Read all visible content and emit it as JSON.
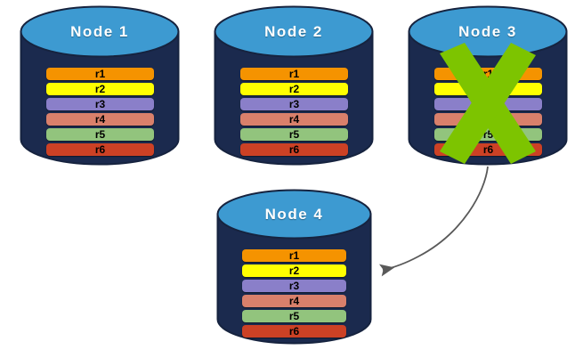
{
  "diagram": {
    "type": "node-replication-failover",
    "background_color": "#ffffff",
    "palette": {
      "node_body": "#1B2A4E",
      "node_top": "#3D9AD1",
      "node_outline": "#16233F",
      "cross_green": "#7DC400",
      "arrow_gray": "#595959",
      "title_text": "#ffffff",
      "row_text": "#000000"
    },
    "row_colors": {
      "r1": "#F59300",
      "r2": "#FFFF00",
      "r3": "#8A7FC9",
      "r4": "#D9806B",
      "r5": "#92C47D",
      "r6": "#CC4125"
    }
  },
  "nodes": [
    {
      "id": "node-1",
      "title": "Node  1",
      "failed": false,
      "rows": [
        {
          "label": "r1",
          "color": "#F59300"
        },
        {
          "label": "r2",
          "color": "#FFFF00"
        },
        {
          "label": "r3",
          "color": "#8A7FC9"
        },
        {
          "label": "r4",
          "color": "#D9806B"
        },
        {
          "label": "r5",
          "color": "#92C47D"
        },
        {
          "label": "r6",
          "color": "#CC4125"
        }
      ]
    },
    {
      "id": "node-2",
      "title": "Node  2",
      "failed": false,
      "rows": [
        {
          "label": "r1",
          "color": "#F59300"
        },
        {
          "label": "r2",
          "color": "#FFFF00"
        },
        {
          "label": "r3",
          "color": "#8A7FC9"
        },
        {
          "label": "r4",
          "color": "#D9806B"
        },
        {
          "label": "r5",
          "color": "#92C47D"
        },
        {
          "label": "r6",
          "color": "#CC4125"
        }
      ]
    },
    {
      "id": "node-3",
      "title": "Node  3",
      "failed": true,
      "failure_marker": "green-cross",
      "rows": [
        {
          "label": "r1",
          "color": "#F59300"
        },
        {
          "label": "r2",
          "color": "#FFFF00"
        },
        {
          "label": "r3",
          "color": "#8A7FC9"
        },
        {
          "label": "r4",
          "color": "#D9806B"
        },
        {
          "label": "r5",
          "color": "#92C47D"
        },
        {
          "label": "r6",
          "color": "#CC4125"
        }
      ]
    },
    {
      "id": "node-4",
      "title": "Node  4",
      "failed": false,
      "rows": [
        {
          "label": "r1",
          "color": "#F59300"
        },
        {
          "label": "r2",
          "color": "#FFFF00"
        },
        {
          "label": "r3",
          "color": "#8A7FC9"
        },
        {
          "label": "r4",
          "color": "#D9806B"
        },
        {
          "label": "r5",
          "color": "#92C47D"
        },
        {
          "label": "r6",
          "color": "#CC4125"
        }
      ]
    }
  ],
  "connector": {
    "id": "node3-to-node4-arrow",
    "from": "node-3",
    "to": "node-4",
    "style": "curved-arrow",
    "color": "#595959"
  }
}
